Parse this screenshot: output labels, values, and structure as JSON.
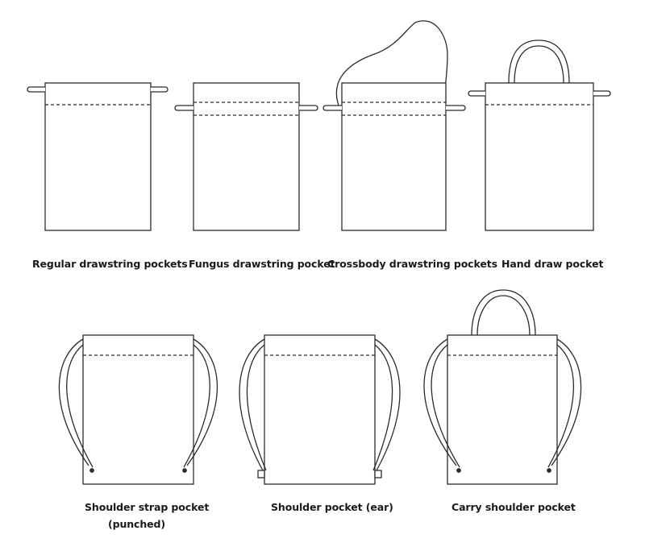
{
  "colors": {
    "outline": "#2b2b2b",
    "background": "#ffffff",
    "text": "#1a1a1a"
  },
  "bags": [
    {
      "id": "regular",
      "label": "Regular drawstring pockets"
    },
    {
      "id": "fungus",
      "label": "Fungus drawstring pocket"
    },
    {
      "id": "crossbody",
      "label": "Crossbody drawstring pockets"
    },
    {
      "id": "hand-draw",
      "label": "Hand draw pocket"
    },
    {
      "id": "shoulder-strap",
      "label": "Shoulder strap pocket",
      "sublabel": "(punched)"
    },
    {
      "id": "shoulder-ear",
      "label": "Shoulder pocket (ear)"
    },
    {
      "id": "carry-shoulder",
      "label": "Carry shoulder pocket"
    }
  ]
}
